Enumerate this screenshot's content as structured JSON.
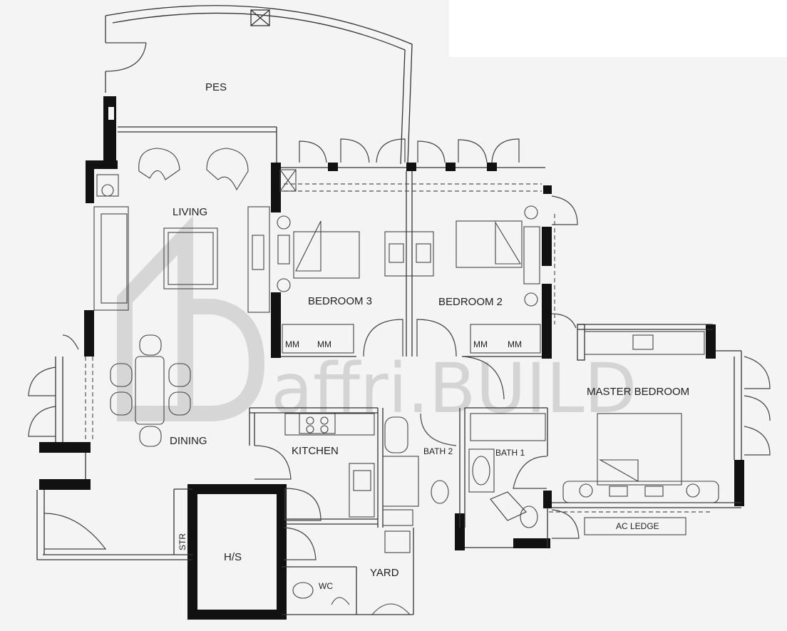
{
  "labels": {
    "pes": "PES",
    "living": "LIVING",
    "dining": "DINING",
    "bedroom3": "BEDROOM 3",
    "bedroom2": "BEDROOM 2",
    "master_bedroom": "MASTER BEDROOM",
    "kitchen": "KITCHEN",
    "bath2": "BATH 2",
    "bath1": "BATH 1",
    "hs": "H/S",
    "str": "STR",
    "yard": "YARD",
    "wc": "WC",
    "ac_ledge": "AC LEDGE"
  },
  "watermark": "affri.BUILD",
  "colors": {
    "wall": "#111111",
    "background": "#f4f4f4",
    "watermark": "#d4d4d4"
  }
}
